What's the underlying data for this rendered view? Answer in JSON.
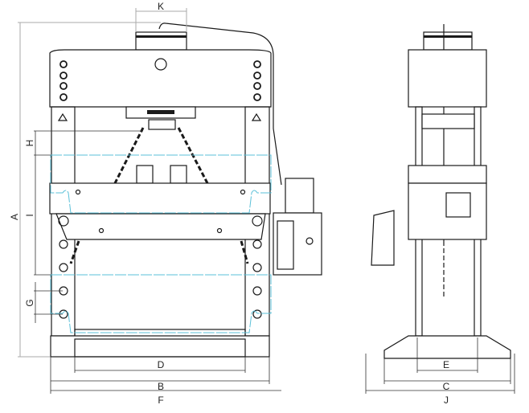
{
  "title": "Hydraulic workshop press – dimension drawing",
  "views": {
    "front": "front-view",
    "side": "side-view"
  },
  "dimensions": {
    "A": "A",
    "B": "B",
    "C": "C",
    "D": "D",
    "E": "E",
    "F": "F",
    "G": "G",
    "H": "H",
    "I": "I",
    "J": "J",
    "K": "K"
  },
  "colors": {
    "line": "#1a1a1a",
    "dimension": "#aaaaaa",
    "travel_outline": "#5bc0d8"
  }
}
